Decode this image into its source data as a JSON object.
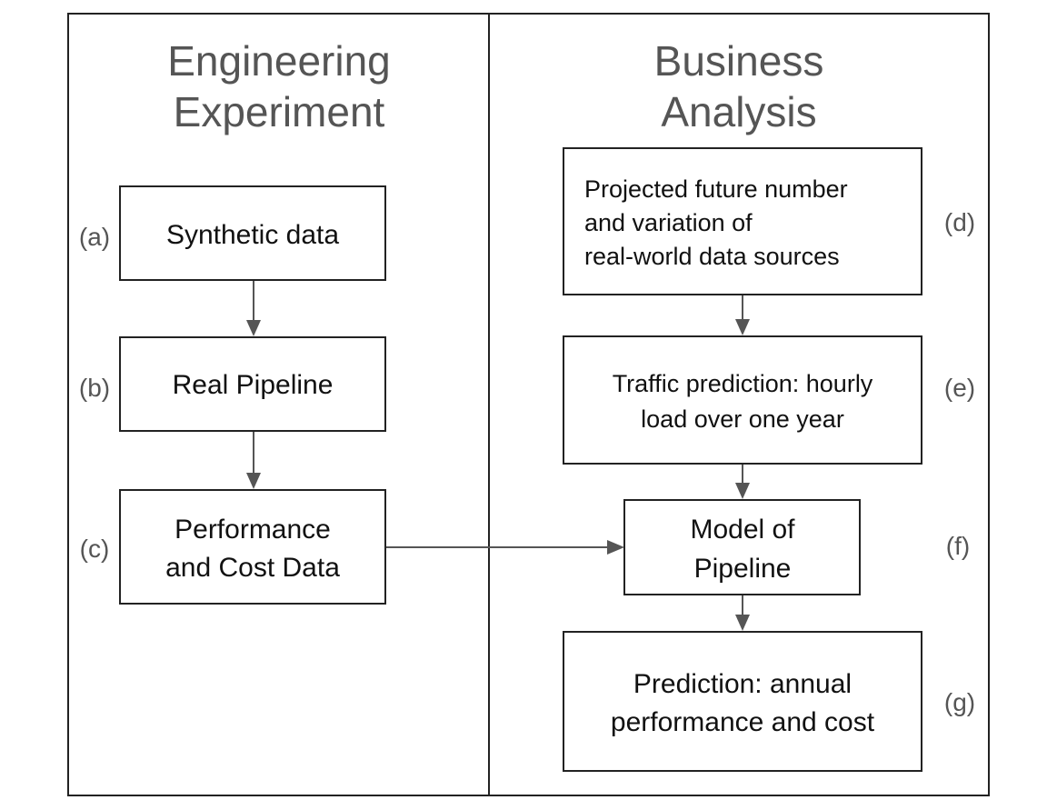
{
  "columns": {
    "left": {
      "heading_line1": "Engineering",
      "heading_line2": "Experiment"
    },
    "right": {
      "heading_line1": "Business",
      "heading_line2": "Analysis"
    }
  },
  "steps": {
    "a": {
      "label": "(a)",
      "text_line1": "Synthetic data"
    },
    "b": {
      "label": "(b)",
      "text_line1": "Real Pipeline"
    },
    "c": {
      "label": "(c)",
      "text_line1": "Performance",
      "text_line2": "and Cost Data"
    },
    "d": {
      "label": "(d)",
      "text_line1": "Projected future number",
      "text_line2": "and variation of",
      "text_line3": "real-world data sources"
    },
    "e": {
      "label": "(e)",
      "text_line1": "Traffic prediction: hourly",
      "text_line2": "load over one year"
    },
    "f": {
      "label": "(f)",
      "text_line1": "Model of",
      "text_line2": "Pipeline"
    },
    "g": {
      "label": "(g)",
      "text_line1": "Prediction: annual",
      "text_line2": "performance and cost"
    }
  },
  "colors": {
    "stroke": "#222222",
    "arrow": "#555555",
    "heading": "#555555",
    "text": "#111111"
  }
}
